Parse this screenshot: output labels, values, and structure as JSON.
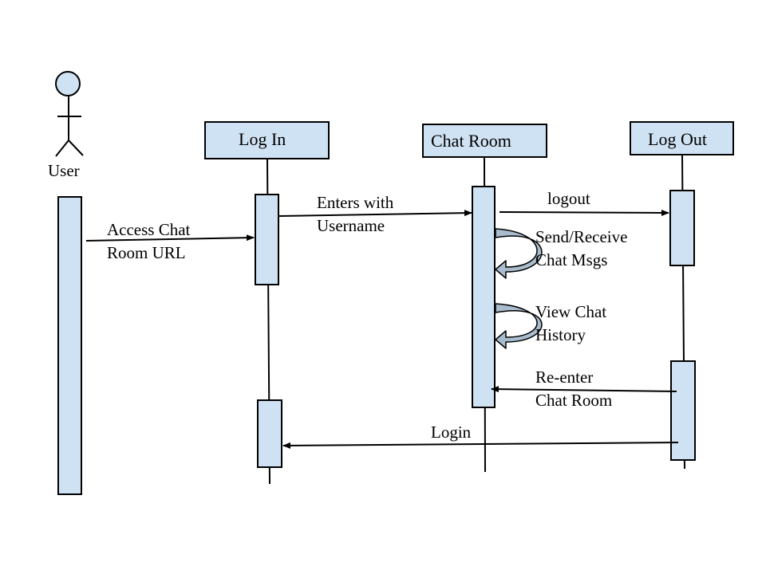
{
  "colors": {
    "fill": "#cfe2f3",
    "stroke": "#000000",
    "loop_fill": "#a9bccd",
    "background": "#ffffff"
  },
  "actor": {
    "label": "User"
  },
  "lifelines": {
    "login": "Log In",
    "chatroom": "Chat Room",
    "logout": "Log Out"
  },
  "messages": {
    "access_line1": "Access Chat",
    "access_line2": "Room URL",
    "enters_line1": "Enters with",
    "enters_line2": "Username",
    "logout": "logout",
    "sendreceive_line1": "Send/Receive",
    "sendreceive_line2": "Chat Msgs",
    "history_line1": "View Chat",
    "history_line2": "History",
    "reenter_line1": "Re-enter",
    "reenter_line2": "Chat Room",
    "login": "Login"
  }
}
